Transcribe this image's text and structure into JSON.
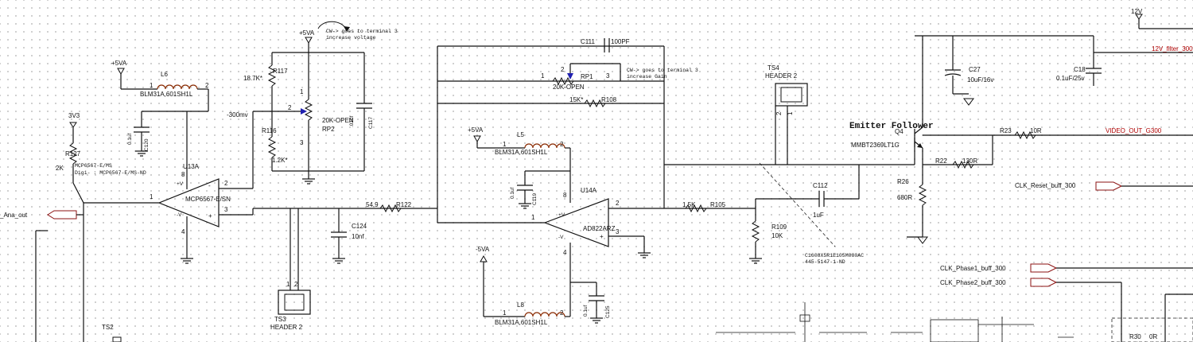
{
  "title": "",
  "colors": {
    "wire": "#111111",
    "net_label": "#b00000",
    "inductor": "#8b2d05",
    "pin_marker": "#2020b0",
    "grid_dot": "#c4c4c4"
  },
  "nets": {
    "n12v": "12V",
    "n12v_filter": "12V_filter_300",
    "video_out": "VIDEO_OUT_G300",
    "clk_reset": "CLK_Reset_buff_300",
    "clk_phase1": "CLK_Phase1_buff_300",
    "clk_phase2": "CLK_Phase2_buff_300",
    "ana_out": "_Ana_out",
    "p5va_1": "+5VA",
    "p5va_2": "+5VA",
    "p5va_3": "+5VA",
    "m5va": "-5VA",
    "p3v3": "3V3"
  },
  "notes": {
    "note_rp2_1": "CW-> goes to terminal 3",
    "note_rp2_2": "increase voltage",
    "note_rp1_1": "CW-> goes to terminal 3",
    "note_rp1_2": "increase Gain",
    "emitter_follower": "Emitter Follower",
    "mv_label": "-300mv",
    "mcp_note_1": "MCP6567-E/MS",
    "mcp_note_2": "Digi- : MCP6567-E/MS-ND",
    "c112_note_1": "C1608X5R1E105M080AC",
    "c112_note_2": "445-5147-1-ND"
  },
  "components": {
    "l6": {
      "ref": "L6",
      "value": "BLM31A,601SH1L",
      "p1": "1",
      "p2": "2"
    },
    "l5": {
      "ref": "L5",
      "value": "BLM31A,601SH1L",
      "p1": "1",
      "p2": "2"
    },
    "l8": {
      "ref": "L8",
      "value": "BLM31A,601SH1L",
      "p1": "1",
      "p2": "2"
    },
    "r117": {
      "ref": "R117",
      "value": "18.7K*"
    },
    "r116": {
      "ref": "R116",
      "value": "1.2K*"
    },
    "r127": {
      "ref": "R127",
      "value": "2K"
    },
    "r122": {
      "ref": "R122",
      "value": "54.9"
    },
    "r108": {
      "ref": "R108",
      "value": "15K*"
    },
    "r105": {
      "ref": "R105",
      "value": "1.5K"
    },
    "r109": {
      "ref": "R109",
      "value": "10K"
    },
    "r26": {
      "ref": "R26",
      "value": "680R"
    },
    "r22": {
      "ref": "R22",
      "value": "130R"
    },
    "r23": {
      "ref": "R23",
      "value": "10R"
    },
    "r30": {
      "ref": "R30",
      "value": "0R"
    },
    "rp2": {
      "ref": "RP2",
      "value": "20K-OPEN",
      "p1": "1",
      "p2": "2",
      "p3": "3"
    },
    "rp1": {
      "ref": "RP1",
      "value": "20K-OPEN",
      "p1": "1",
      "p2": "2",
      "p3": "3"
    },
    "c117": {
      "ref": "C117",
      "value": ".01uf"
    },
    "c120": {
      "ref": "C120",
      "value": "0.1uf"
    },
    "c119": {
      "ref": "C119",
      "value": "0.1uf"
    },
    "c125": {
      "ref": "C125",
      "value": "0.1uf"
    },
    "c124": {
      "ref": "C124",
      "value": "10nf"
    },
    "c111": {
      "ref": "C111",
      "value": "100PF"
    },
    "c112": {
      "ref": "C112",
      "value": "1uF"
    },
    "c27": {
      "ref": "C27",
      "value": "10uF/16v"
    },
    "c18": {
      "ref": "C18",
      "value": "0.1uF/25v"
    },
    "u13a": {
      "ref": "U13A",
      "value": "MCP6567-E/SN",
      "pin_in_p": "3",
      "pin_in_n": "2",
      "pin_out": "1",
      "pin_vp": "8",
      "pin_vn": "4",
      "lab_p": "+",
      "lab_n": "-",
      "lab_vp": "+V",
      "lab_vn": "-V"
    },
    "u14a": {
      "ref": "U14A",
      "value": "AD822ARZ",
      "pin_in_p": "3",
      "pin_in_n": "2",
      "pin_out": "1",
      "pin_vp": "8",
      "pin_vn": "4",
      "lab_p": "+",
      "lab_n": "-",
      "lab_vp": "+V",
      "lab_vn": "-V"
    },
    "q4": {
      "ref": "Q4",
      "value": "MMBT2369LT1G"
    },
    "ts3": {
      "ref": "TS3",
      "value": "HEADER 2",
      "p1": "1",
      "p2": "2"
    },
    "ts4": {
      "ref": "TS4",
      "value": "HEADER 2",
      "p1": "1",
      "p2": "2"
    },
    "ts2": {
      "ref": "TS2"
    }
  }
}
